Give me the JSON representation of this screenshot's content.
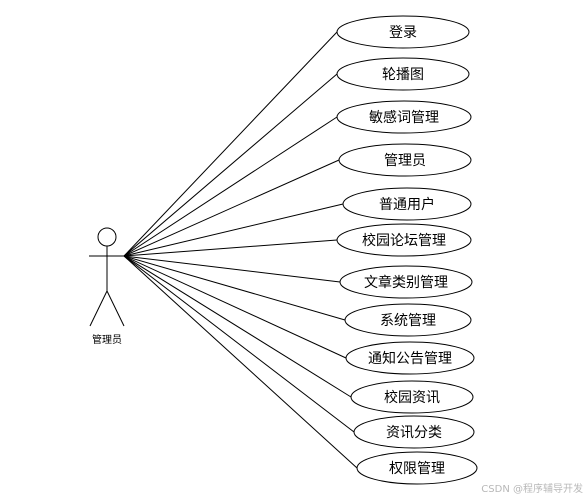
{
  "diagram": {
    "type": "use-case",
    "actor": {
      "label": "管理员"
    },
    "use_cases": [
      {
        "label": "登录"
      },
      {
        "label": "轮播图"
      },
      {
        "label": "敏感词管理"
      },
      {
        "label": "管理员"
      },
      {
        "label": "普通用户"
      },
      {
        "label": "校园论坛管理"
      },
      {
        "label": "文章类别管理"
      },
      {
        "label": "系统管理"
      },
      {
        "label": "通知公告管理"
      },
      {
        "label": "校园资讯"
      },
      {
        "label": "资讯分类"
      },
      {
        "label": "权限管理"
      }
    ]
  },
  "watermark": "CSDN @程序辅导开发",
  "colors": {
    "line": "#000000",
    "ellipse_fill": "#ffffff",
    "watermark": "#b8b8b8"
  }
}
